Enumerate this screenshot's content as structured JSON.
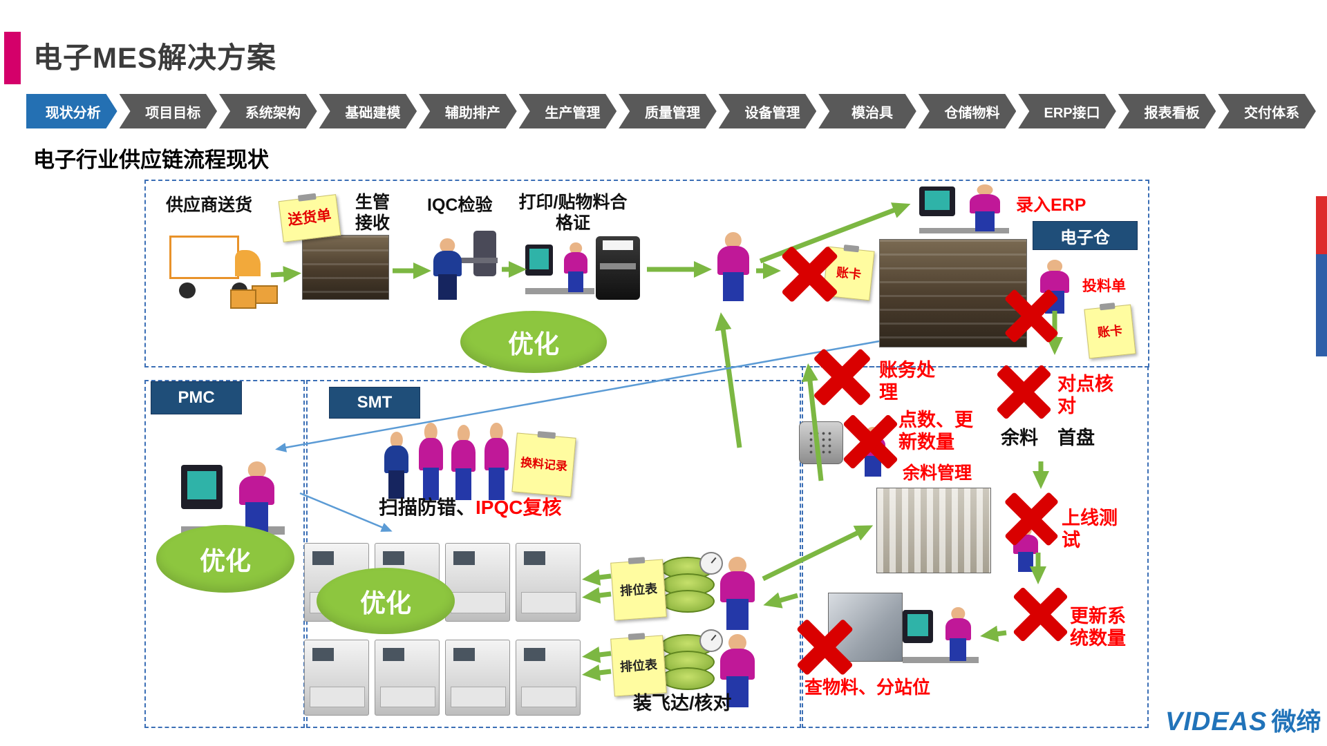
{
  "slide": {
    "title": "电子MES解决方案",
    "section_heading": "电子行业供应链流程现状"
  },
  "nav": {
    "items": [
      "现状分析",
      "项目目标",
      "系统架构",
      "基础建模",
      "辅助排产",
      "生产管理",
      "质量管理",
      "设备管理",
      "模治具",
      "仓储物料",
      "ERP接口",
      "报表看板",
      "交付体系"
    ]
  },
  "top_flow": {
    "supplier_delivery": "供应商送货",
    "delivery_note": "送货单",
    "receiving": "生管接收",
    "iqc": "IQC检验",
    "print_cert": "打印/贴物料合格证",
    "erp_entry": "录入ERP",
    "e_warehouse": "电子仓",
    "feed_note": "投料单",
    "account_card": "账卡",
    "optimize": "优化"
  },
  "pmc_area": {
    "pmc": "PMC",
    "optimize": "优化"
  },
  "smt_area": {
    "smt": "SMT",
    "change_record": "换料记录",
    "scan_label": "扫描防错、",
    "ipqc_label": "IPQC复核",
    "optimize": "优化",
    "seat_table": "排位表",
    "feeder_check": "装飞达/核对"
  },
  "right_area": {
    "account_processing": "账务处理",
    "point_check": "对点核对",
    "count_update": "点数、更新数量",
    "surplus": "余料",
    "first_tray": "首盘",
    "surplus_mgmt": "余料管理",
    "online_test": "上线测试",
    "update_system": "更新系统数量",
    "check_material": "查物料、分站位"
  },
  "logo": {
    "name": "VIDEAS",
    "cn": "微缔"
  },
  "colors": {
    "accent_pink": "#D4006A",
    "active_tab_blue": "#2470B3",
    "tab_gray": "#595959",
    "region_border_blue": "#3A6EB5",
    "arrow_green": "#7CB742",
    "optimize_green": "#8DC63F",
    "error_red": "#D90000",
    "label_red": "#FF0000",
    "navy_box": "#1F4E79",
    "logo_blue": "#2173B9"
  }
}
